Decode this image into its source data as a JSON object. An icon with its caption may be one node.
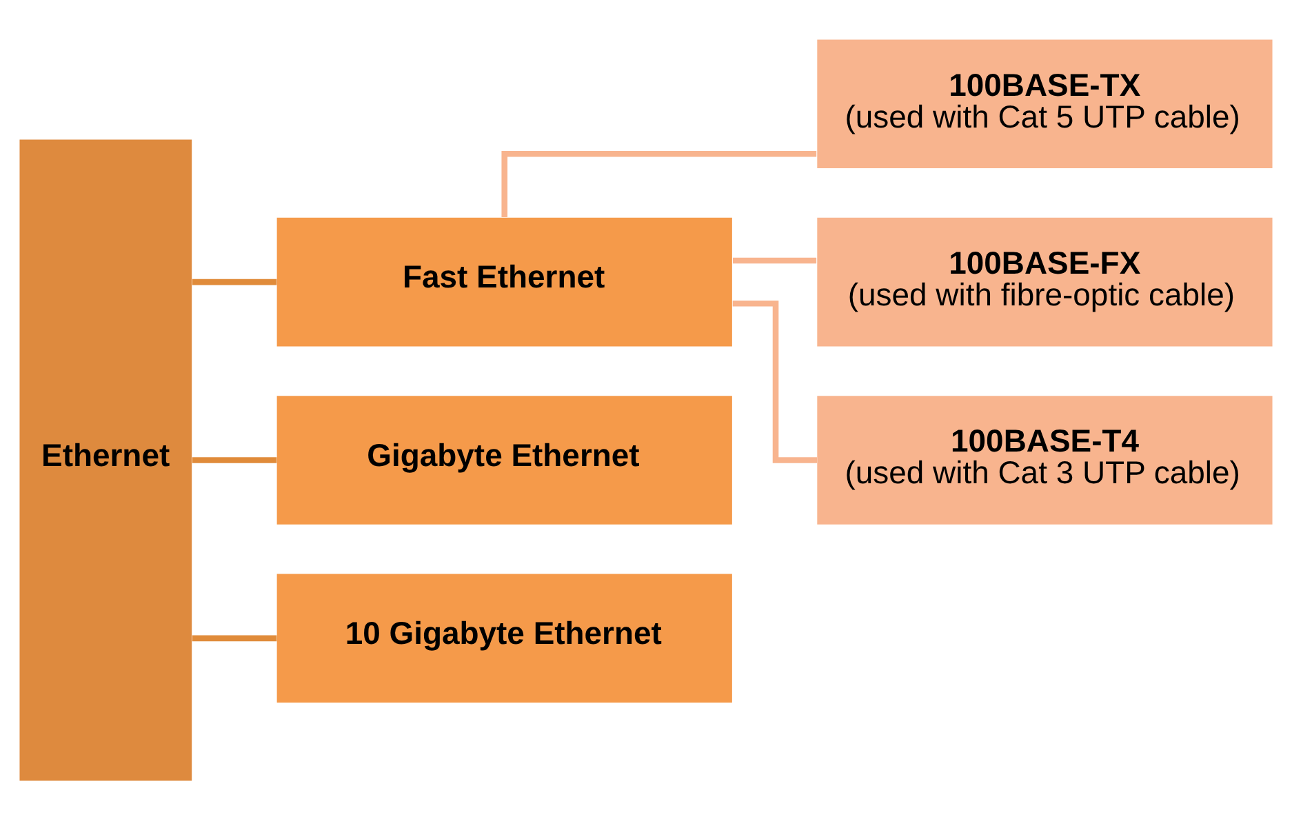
{
  "diagram": {
    "nodes": [
      {
        "text": [
          "Ethernet"
        ]
      },
      {
        "text": [
          "Fast Ethernet"
        ]
      },
      {
        "text": [
          "Gigabyte Ethernet"
        ]
      },
      {
        "text": [
          "10 Gigabyte Ethernet"
        ]
      },
      {
        "text": [
          "100BASE-TX",
          "(used with Cat 5 UTP cable)"
        ]
      },
      {
        "text": [
          "100BASE-FX",
          "(used with fibre-optic cable)"
        ]
      },
      {
        "text": [
          "100BASE-T4",
          "(used with Cat 3 UTP cable)"
        ]
      }
    ],
    "edges": [
      {
        "from": 0,
        "to": 1,
        "arrow": "none"
      },
      {
        "from": 0,
        "to": 2,
        "arrow": "none"
      },
      {
        "from": 0,
        "to": 3,
        "arrow": "none"
      },
      {
        "from": 1,
        "to": 4,
        "arrow": "none",
        "color": "#f8b48e"
      },
      {
        "from": 1,
        "to": 5,
        "arrow": "none",
        "color": "#f8b48e"
      },
      {
        "from": 1,
        "to": 6,
        "arrow": "none",
        "color": "#f8b48e"
      }
    ]
  }
}
